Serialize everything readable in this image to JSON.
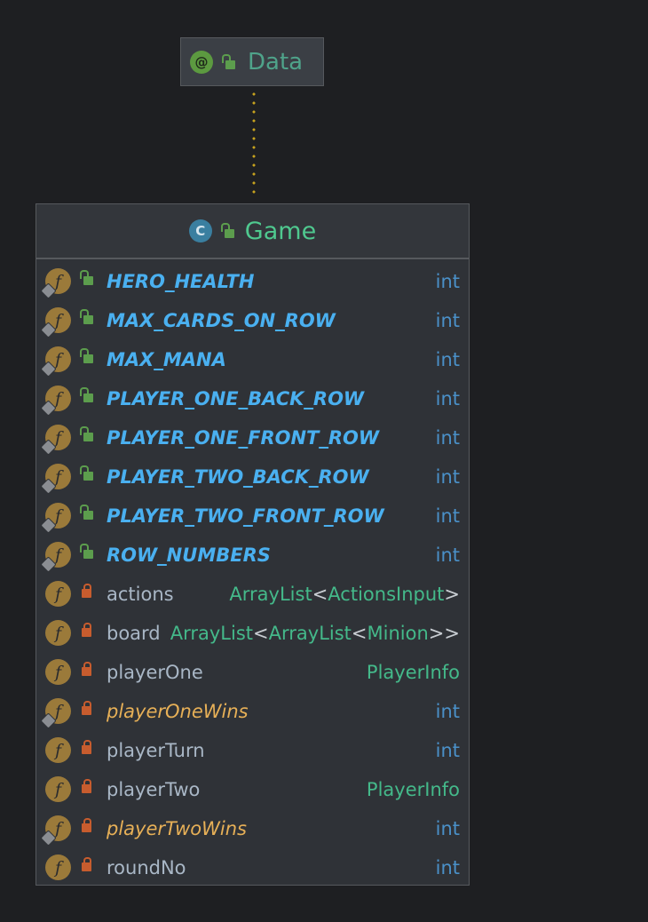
{
  "data_node": {
    "title": "Data",
    "badge": "@"
  },
  "game_node": {
    "title": "Game",
    "badge": "C",
    "fields": [
      {
        "name": "HERO_HEALTH",
        "kind": "static-final",
        "vis": "public",
        "type": [
          {
            "t": "int",
            "c": "kw"
          }
        ]
      },
      {
        "name": "MAX_CARDS_ON_ROW",
        "kind": "static-final",
        "vis": "public",
        "type": [
          {
            "t": "int",
            "c": "kw"
          }
        ]
      },
      {
        "name": "MAX_MANA",
        "kind": "static-final",
        "vis": "public",
        "type": [
          {
            "t": "int",
            "c": "kw"
          }
        ]
      },
      {
        "name": "PLAYER_ONE_BACK_ROW",
        "kind": "static-final",
        "vis": "public",
        "type": [
          {
            "t": "int",
            "c": "kw"
          }
        ]
      },
      {
        "name": "PLAYER_ONE_FRONT_ROW",
        "kind": "static-final",
        "vis": "public",
        "type": [
          {
            "t": "int",
            "c": "kw"
          }
        ]
      },
      {
        "name": "PLAYER_TWO_BACK_ROW",
        "kind": "static-final",
        "vis": "public",
        "type": [
          {
            "t": "int",
            "c": "kw"
          }
        ]
      },
      {
        "name": "PLAYER_TWO_FRONT_ROW",
        "kind": "static-final",
        "vis": "public",
        "type": [
          {
            "t": "int",
            "c": "kw"
          }
        ]
      },
      {
        "name": "ROW_NUMBERS",
        "kind": "static-final",
        "vis": "public",
        "type": [
          {
            "t": "int",
            "c": "kw"
          }
        ]
      },
      {
        "name": "actions",
        "kind": "instance",
        "vis": "private",
        "type": [
          {
            "t": "ArrayList",
            "c": "cls"
          },
          {
            "t": "<",
            "c": "br"
          },
          {
            "t": "ActionsInput",
            "c": "cls"
          },
          {
            "t": ">",
            "c": "br"
          }
        ]
      },
      {
        "name": "board",
        "kind": "instance",
        "vis": "private",
        "type": [
          {
            "t": "ArrayList",
            "c": "cls"
          },
          {
            "t": "<",
            "c": "br"
          },
          {
            "t": "ArrayList",
            "c": "cls"
          },
          {
            "t": "<",
            "c": "br"
          },
          {
            "t": "Minion",
            "c": "cls"
          },
          {
            "t": ">>",
            "c": "br"
          }
        ]
      },
      {
        "name": "playerOne",
        "kind": "instance",
        "vis": "private",
        "type": [
          {
            "t": "PlayerInfo",
            "c": "cls"
          }
        ]
      },
      {
        "name": "playerOneWins",
        "kind": "static",
        "vis": "private",
        "type": [
          {
            "t": "int",
            "c": "kw"
          }
        ]
      },
      {
        "name": "playerTurn",
        "kind": "instance",
        "vis": "private",
        "type": [
          {
            "t": "int",
            "c": "kw"
          }
        ]
      },
      {
        "name": "playerTwo",
        "kind": "instance",
        "vis": "private",
        "type": [
          {
            "t": "PlayerInfo",
            "c": "cls"
          }
        ]
      },
      {
        "name": "playerTwoWins",
        "kind": "static",
        "vis": "private",
        "type": [
          {
            "t": "int",
            "c": "kw"
          }
        ]
      },
      {
        "name": "roundNo",
        "kind": "instance",
        "vis": "private",
        "type": [
          {
            "t": "int",
            "c": "kw"
          }
        ]
      }
    ]
  },
  "field_icon_letter": "f"
}
